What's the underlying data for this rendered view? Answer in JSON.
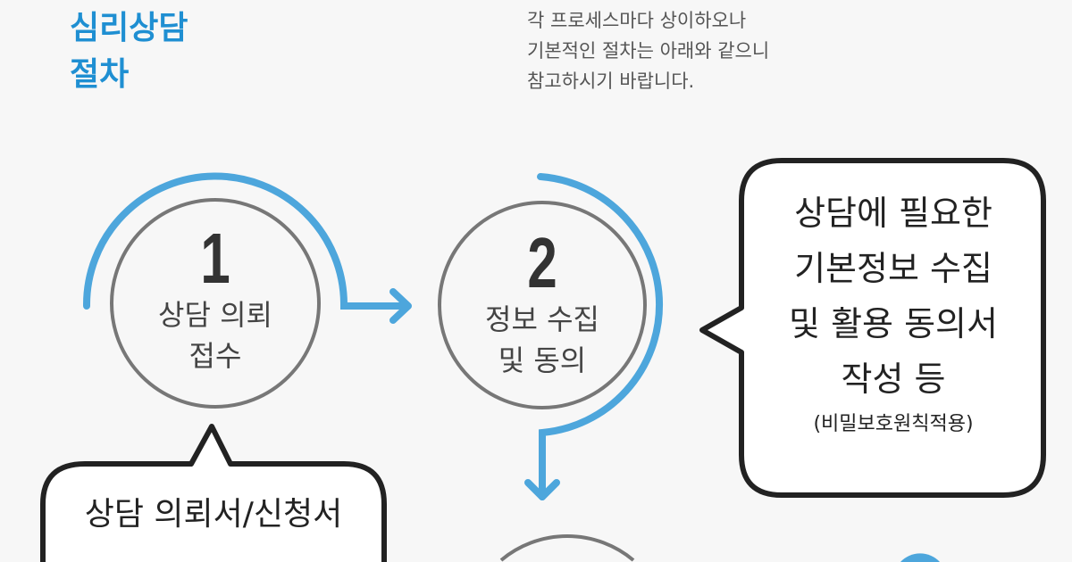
{
  "header": {
    "title_lines": [
      "심리상담",
      "절차"
    ],
    "intro_lines": [
      "각 프로세스마다 상이하오나",
      "기본적인 절차는 아래와 같으니",
      "참고하시기 바랍니다."
    ]
  },
  "steps": [
    {
      "number": "1",
      "label_lines": [
        "상담 의뢰",
        "접수"
      ]
    },
    {
      "number": "2",
      "label_lines": [
        "정보 수집",
        "및 동의"
      ]
    }
  ],
  "bubbles": {
    "step2": {
      "lines": [
        "상담에 필요한",
        "기본정보 수집",
        "및 활용 동의서",
        "작성 등"
      ],
      "note": "(비밀보호원칙적용)"
    },
    "step1": {
      "lines": [
        "상담 의뢰서/신청서"
      ]
    }
  },
  "colors": {
    "accent": "#4da6dc",
    "title": "#1f8fd2",
    "circle": "#777777"
  }
}
